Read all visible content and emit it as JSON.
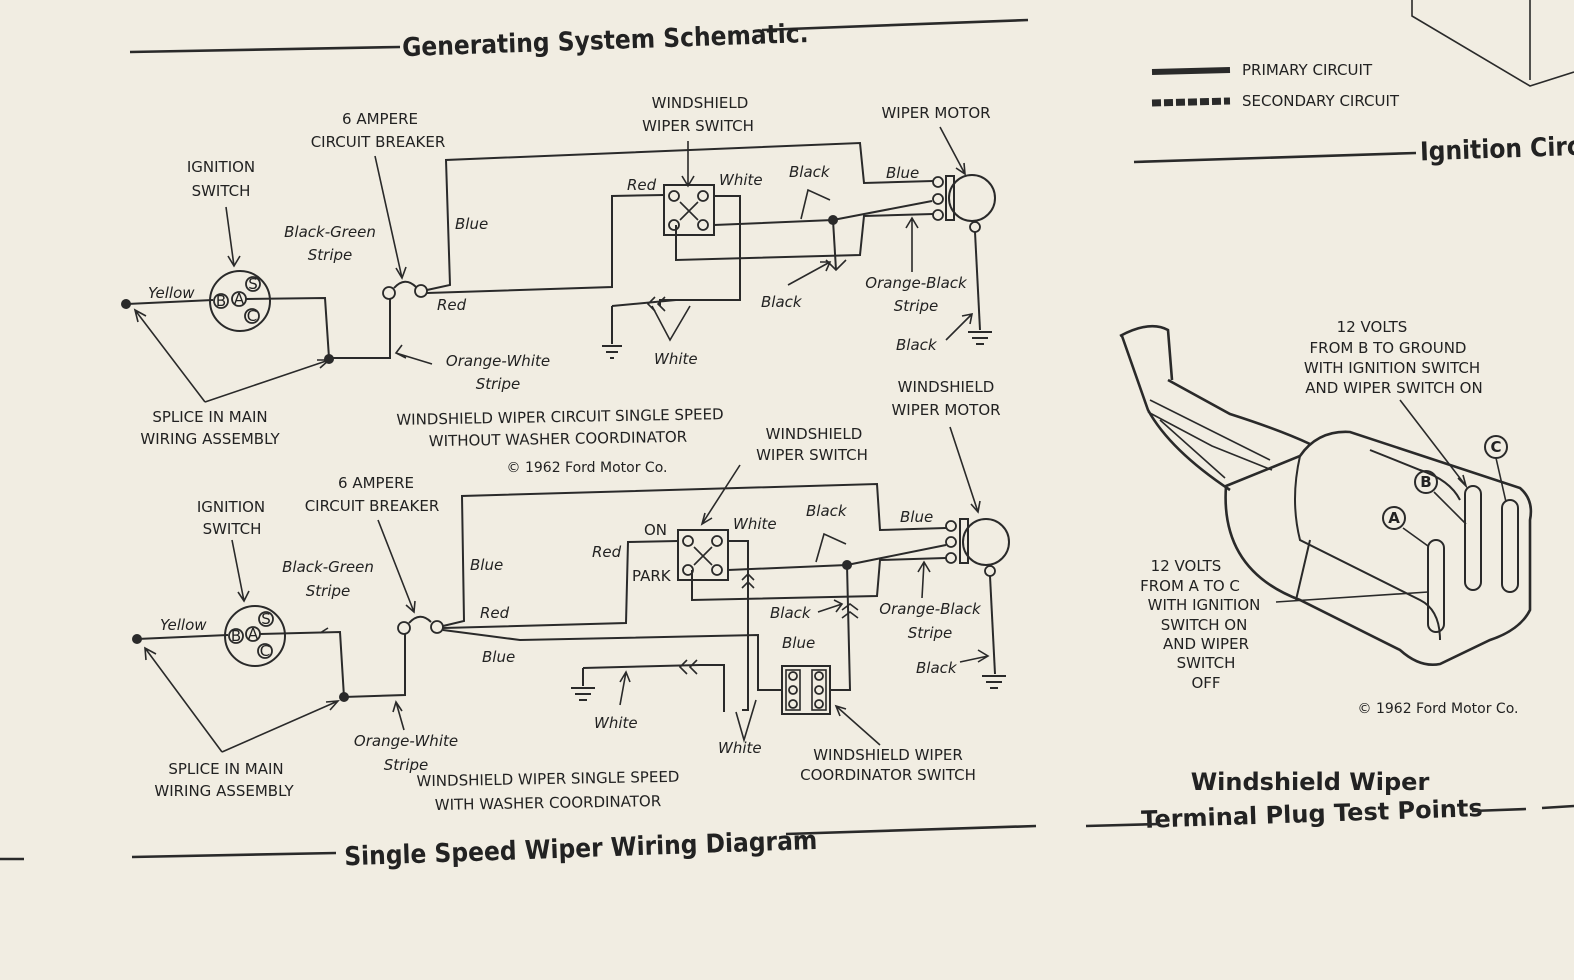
{
  "headings": {
    "generating": "Generating System Schematic.",
    "ignition": "Ignition Circ",
    "single_speed": "Single Speed Wiper Wiring Diagram",
    "terminal_line1": "Windshield Wiper",
    "terminal_line2": "Terminal Plug Test Points"
  },
  "legend": {
    "primary": "PRIMARY CIRCUIT",
    "secondary": "SECONDARY CIRCUIT"
  },
  "diagram1": {
    "ignition_switch": [
      "IGNITION",
      "SWITCH"
    ],
    "breaker": [
      "6 AMPERE",
      "CIRCUIT BREAKER"
    ],
    "wiper_switch": [
      "WINDSHIELD",
      "WIPER SWITCH"
    ],
    "wiper_motor": "WIPER MOTOR",
    "black_green": [
      "Black-Green",
      "Stripe"
    ],
    "orange_white": [
      "Orange-White",
      "Stripe"
    ],
    "orange_black": [
      "Orange-Black",
      "Stripe"
    ],
    "splice": [
      "SPLICE IN MAIN",
      "WIRING ASSEMBLY"
    ],
    "wires": {
      "yellow": "Yellow",
      "blue": "Blue",
      "red_top": "Red",
      "white_top": "White",
      "black_top": "Black",
      "blue_motor": "Blue",
      "red_low": "Red",
      "black_mid": "Black",
      "white_low": "White",
      "black_gnd": "Black"
    },
    "terminals": {
      "b": "B",
      "a": "A",
      "s": "S",
      "c": "C"
    },
    "caption": [
      "WINDSHIELD WIPER CIRCUIT SINGLE SPEED",
      "WITHOUT WASHER COORDINATOR"
    ],
    "copyright": "© 1962 Ford Motor Co."
  },
  "diagram2": {
    "ignition_switch": [
      "IGNITION",
      "SWITCH"
    ],
    "breaker": [
      "6 AMPERE",
      "CIRCUIT BREAKER"
    ],
    "wiper_switch": [
      "WINDSHIELD",
      "WIPER SWITCH"
    ],
    "wiper_motor": [
      "WINDSHIELD",
      "WIPER MOTOR"
    ],
    "black_green": [
      "Black-Green",
      "Stripe"
    ],
    "orange_white": [
      "Orange-White",
      "Stripe"
    ],
    "orange_black": [
      "Orange-Black",
      "Stripe"
    ],
    "splice": [
      "SPLICE IN MAIN",
      "WIRING ASSEMBLY"
    ],
    "coordinator": [
      "WINDSHIELD WIPER",
      "COORDINATOR SWITCH"
    ],
    "wires": {
      "yellow": "Yellow",
      "blue": "Blue",
      "red_mid": "Red",
      "red_sw": "Red",
      "on": "ON",
      "park": "PARK",
      "white_top": "White",
      "black_top": "Black",
      "blue_motor": "Blue",
      "black_mid": "Black",
      "blue_coord": "Blue",
      "blue_low": "Blue",
      "white_left": "White",
      "white_bottom": "White",
      "black_gnd": "Black"
    },
    "terminals": {
      "b": "B",
      "a": "A",
      "s": "S",
      "c": "C"
    },
    "caption": [
      "WINDSHIELD WIPER SINGLE SPEED",
      "WITH WASHER COORDINATOR"
    ]
  },
  "plug": {
    "top_note": [
      "12 VOLTS",
      "FROM B TO GROUND",
      "WITH IGNITION SWITCH",
      "AND WIPER SWITCH ON"
    ],
    "left_note": [
      "12 VOLTS",
      "FROM A TO C",
      "WITH IGNITION",
      "SWITCH ON",
      "AND WIPER",
      "SWITCH",
      "OFF"
    ],
    "letters": {
      "a": "A",
      "b": "B",
      "c": "C"
    },
    "copyright": "© 1962 Ford Motor Co."
  }
}
